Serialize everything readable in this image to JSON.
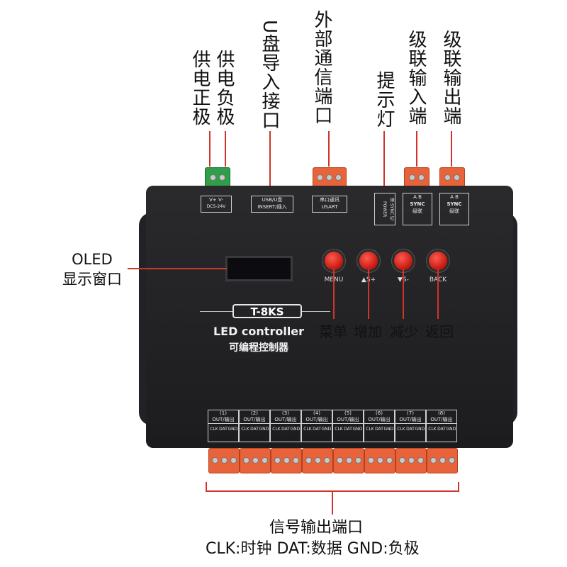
{
  "labels_top": {
    "v_plus": "供电正极",
    "v_minus": "供电负极",
    "usb": "U盘导入接口",
    "usart": "外部通信端口",
    "indicator": "提示灯",
    "sync_in": "级联输入端",
    "sync_out": "级联输出端"
  },
  "oled_label": {
    "line1": "OLED",
    "line2": "显示窗口"
  },
  "panel": {
    "power": {
      "line1": "V+ V-",
      "line2": "DCS-24V"
    },
    "usb": {
      "line1": "USB/U盘",
      "line2": "INSERT/插入"
    },
    "usart": {
      "line1": "串口通讯",
      "line2": "USART"
    },
    "indicator": {
      "line1": "绿 SYNC",
      "line2": "红 POWER"
    },
    "sync_in": {
      "line1": "A B",
      "line2": "SYNC",
      "line3": "级联"
    },
    "sync_out": {
      "line1": "A B",
      "line2": "SYNC",
      "line3": "级联"
    },
    "model": "T-8KS",
    "title": "LED controller",
    "subtitle": "可编程控制器"
  },
  "buttons": [
    {
      "label": "MENU",
      "cn": "菜单"
    },
    {
      "label": "▲S+",
      "cn": "增加"
    },
    {
      "label": "▼S-",
      "cn": "减少"
    },
    {
      "label": "BACK",
      "cn": "返回"
    }
  ],
  "outputs": [
    {
      "num": "(1)",
      "label": "OUT/输出",
      "pins": [
        "CLK",
        "DAT",
        "GND"
      ]
    },
    {
      "num": "(2)",
      "label": "OUT/输出",
      "pins": [
        "CLK",
        "DAT",
        "GND"
      ]
    },
    {
      "num": "(3)",
      "label": "OUT/输出",
      "pins": [
        "CLK",
        "DAT",
        "GND"
      ]
    },
    {
      "num": "(4)",
      "label": "OUT/输出",
      "pins": [
        "CLK",
        "DAT",
        "GND"
      ]
    },
    {
      "num": "(5)",
      "label": "OUT/输出",
      "pins": [
        "CLK",
        "DAT",
        "GND"
      ]
    },
    {
      "num": "(6)",
      "label": "OUT/输出",
      "pins": [
        "CLK",
        "DAT",
        "GND"
      ]
    },
    {
      "num": "(7)",
      "label": "OUT/输出",
      "pins": [
        "CLK",
        "DAT",
        "GND"
      ]
    },
    {
      "num": "(8)",
      "label": "OUT/输出",
      "pins": [
        "CLK",
        "DAT",
        "GND"
      ]
    }
  ],
  "bottom": {
    "line1": "信号输出端口",
    "line2": "CLK:时钟 DAT:数据 GND:负极"
  }
}
